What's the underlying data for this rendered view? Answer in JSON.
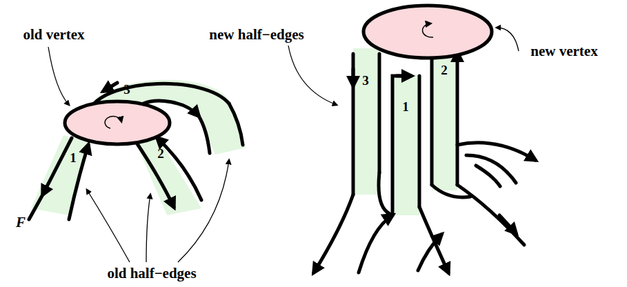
{
  "diagram": {
    "labels": [
      "old vertex",
      "new half−edges",
      "new vertex",
      "3",
      "1",
      "2",
      "F",
      "3",
      "1",
      "2",
      "old half−edges"
    ]
  }
}
